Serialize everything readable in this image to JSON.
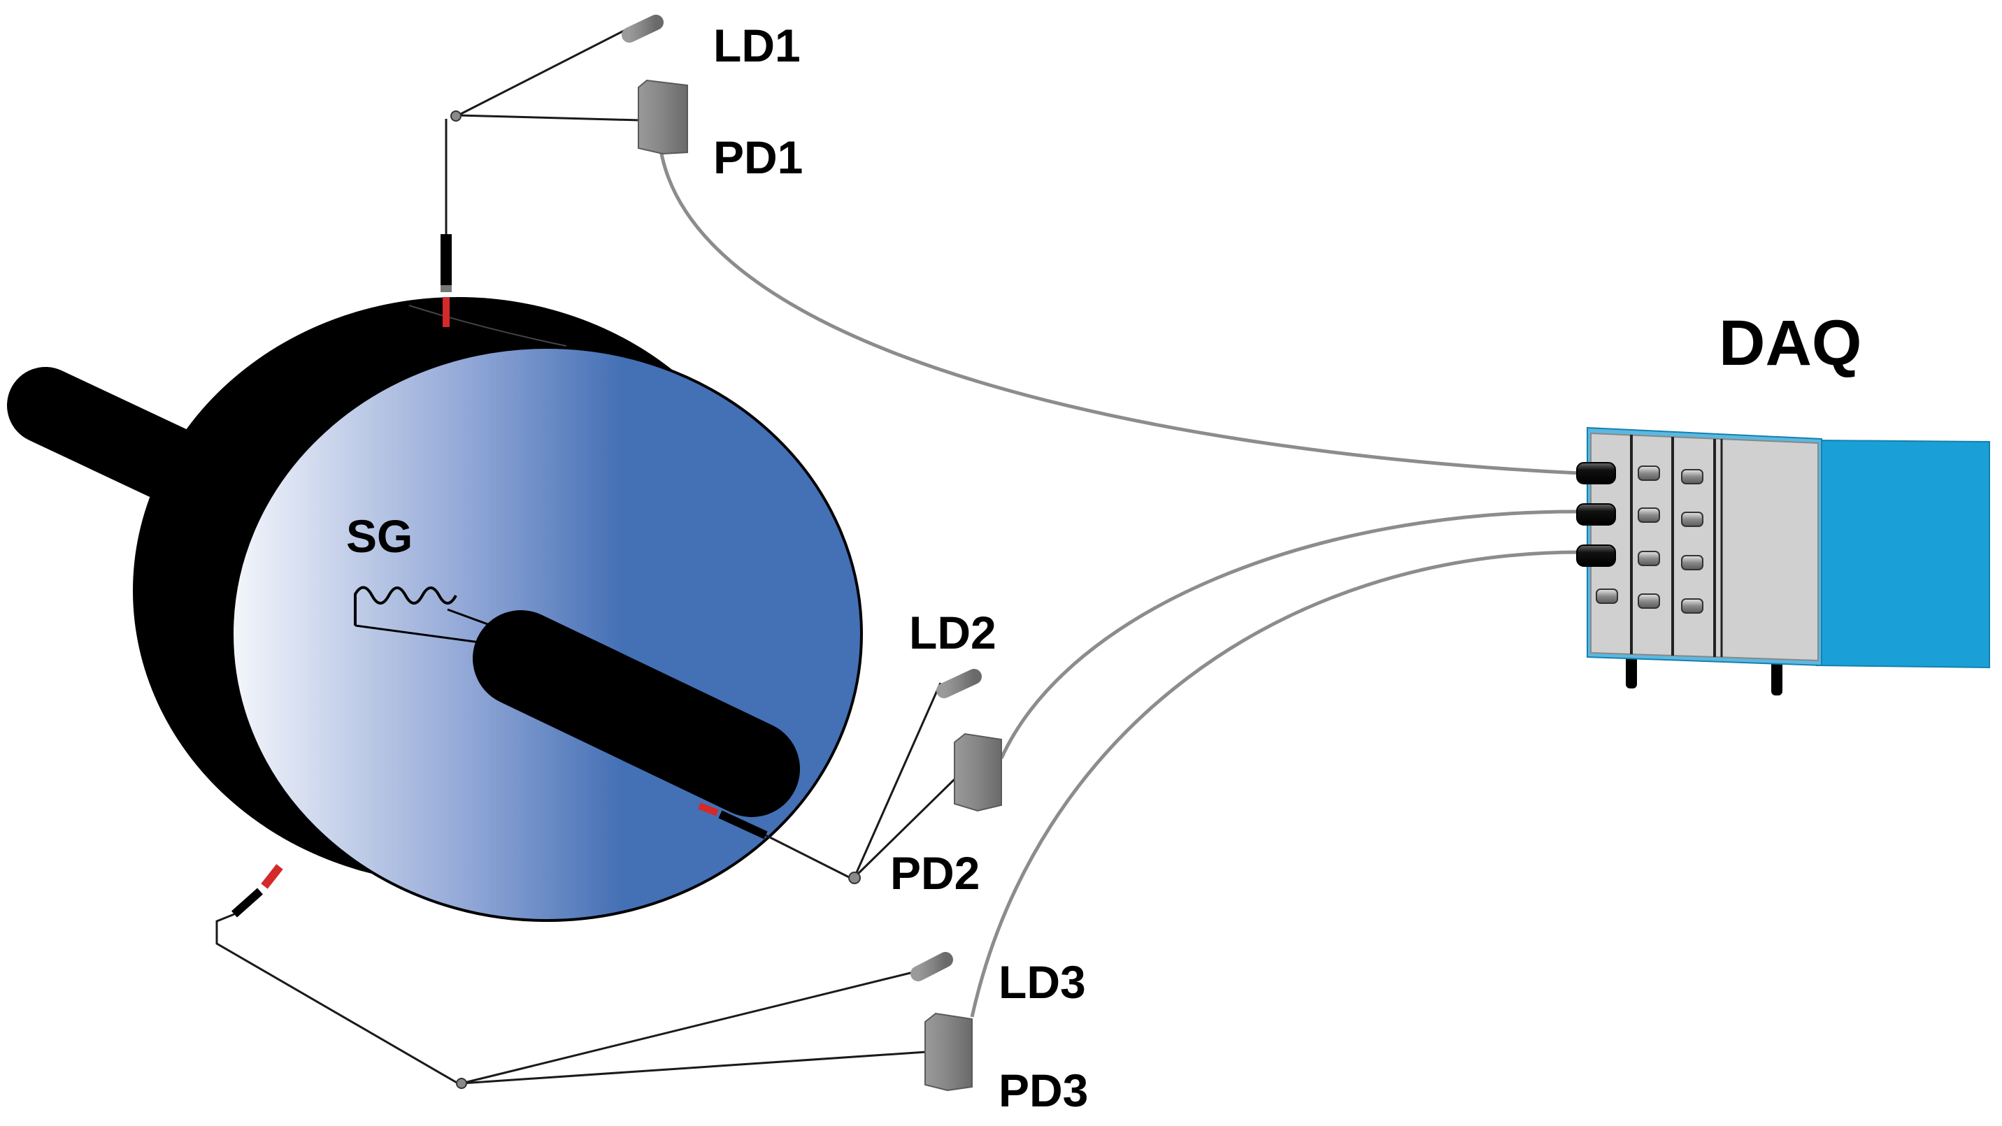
{
  "labels": {
    "ld1": "LD1",
    "pd1": "PD1",
    "ld2": "LD2",
    "pd2": "PD2",
    "ld3": "LD3",
    "pd3": "PD3",
    "daq": "DAQ",
    "sg": "SG"
  },
  "colors": {
    "disk_gradient_light": "#f4f6fb",
    "disk_gradient_dark": "#4470b5",
    "daq_body": "#1aa0d6",
    "daq_panel": "#d0d0d0",
    "sensor_red": "#d42a2a",
    "device_gray": "#858585",
    "cable_gray": "#8c8c8c"
  }
}
